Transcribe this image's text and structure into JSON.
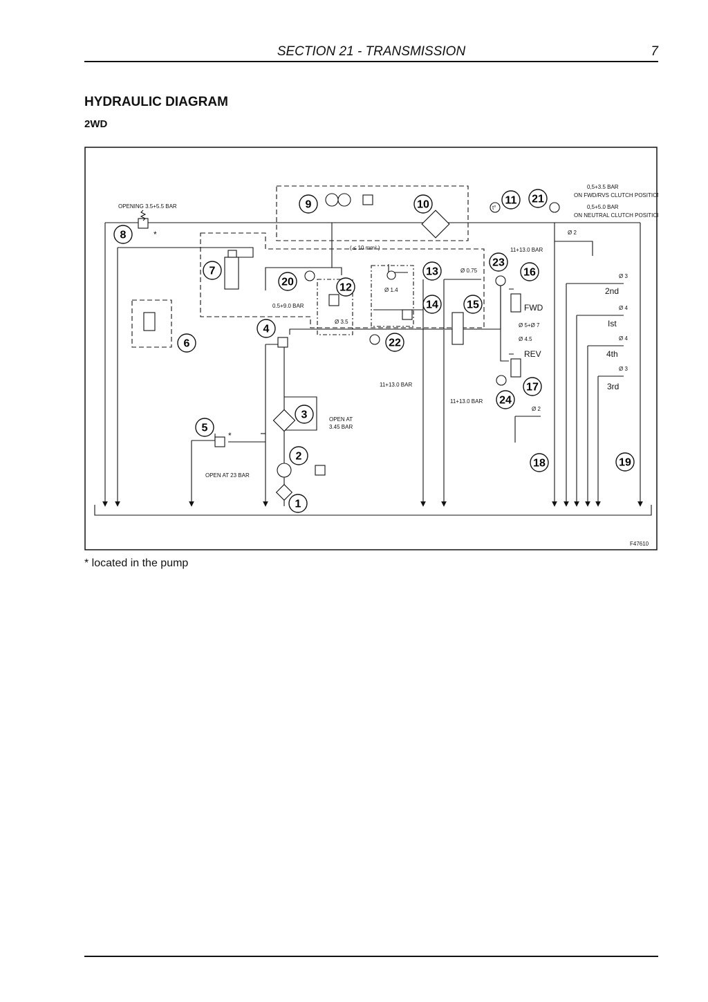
{
  "header": {
    "section_title": "SECTION 21 - TRANSMISSION",
    "page_number": "7"
  },
  "heading": "HYDRAULIC DIAGRAM",
  "subheading": "2WD",
  "diagram": {
    "callouts": [
      "1",
      "2",
      "3",
      "4",
      "5",
      "6",
      "7",
      "8",
      "9",
      "10",
      "11",
      "12",
      "13",
      "14",
      "15",
      "16",
      "17",
      "18",
      "19",
      "20",
      "21",
      "22",
      "23",
      "24"
    ],
    "labels": {
      "opening_8": "OPENING 3.5+5.5 BAR",
      "bar_21_fwd": "0,5+3.5 BAR",
      "on_fwd_rvs": "ON FWD/RVS CLUTCH POSITION",
      "bar_21_neutral": "0,5+5.0 BAR",
      "on_neutral": "ON NEUTRAL CLUTCH POSITION",
      "filter_area": "( ≤ 10 mm² )",
      "bar_23": "11+13.0 BAR",
      "bar_20": "0.5+9.0 BAR",
      "bar_22": "11+13.0 BAR",
      "bar_24": "11+13.0 BAR",
      "open_at_345_line1": "OPEN AT",
      "open_at_345_line2": "3.45 BAR",
      "open_at_23": "OPEN AT 23 BAR",
      "sensor_11": "t°",
      "orifice_075": "Ø 0.75",
      "orifice_14": "Ø 1.4",
      "orifice_35": "Ø 3.5",
      "orifice_2_top": "Ø 2",
      "orifice_2_bottom": "Ø 2",
      "orifice_5_7": "Ø 5+Ø 7",
      "orifice_45": "Ø 4.5",
      "orifice_3_2nd": "Ø 3",
      "orifice_4_1st": "Ø 4",
      "orifice_4_4th": "Ø 4",
      "orifice_3_3rd": "Ø 3",
      "fwd": "FWD",
      "rev": "REV",
      "gear_2nd": "2nd",
      "gear_1st": "Ist",
      "gear_4th": "4th",
      "gear_3rd": "3rd",
      "asterisk": "*",
      "figure_code": "F47610"
    }
  },
  "footnote": "* located in the pump"
}
